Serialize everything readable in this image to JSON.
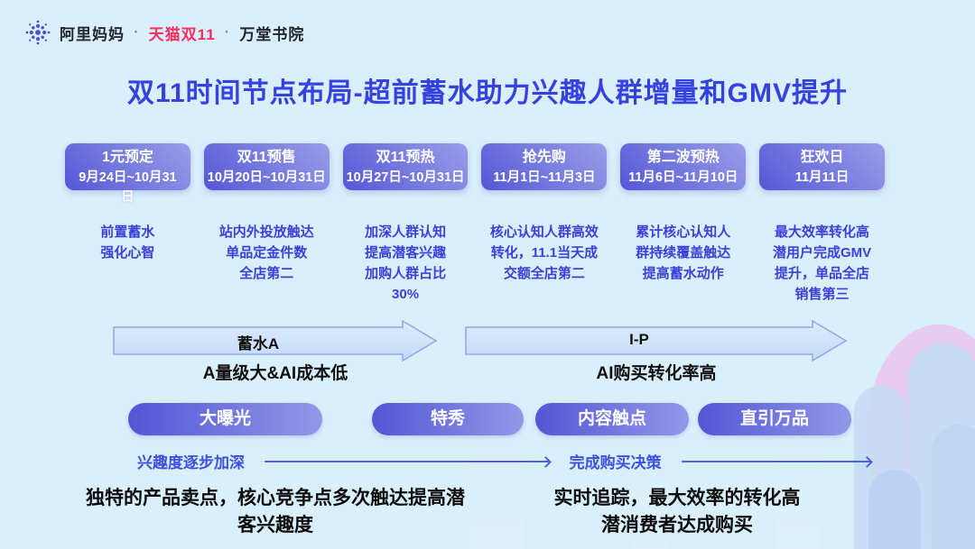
{
  "header": {
    "brand_primary": "阿里妈妈",
    "separator": "·",
    "brand_highlight": "天猫双11",
    "brand_secondary": "万堂书院"
  },
  "title": "双11时间节点布局-超前蓄水助力兴趣人群增量和GMV提升",
  "timeline": {
    "phases": [
      {
        "name": "1元预定",
        "date": "9月24日~10月31\n日",
        "note": "前置蓄水\n强化心智"
      },
      {
        "name": "双11预售",
        "date": "10月20日~10月31日",
        "note": "站内外投放触达\n单品定金件数\n全店第二"
      },
      {
        "name": "双11预热",
        "date": "10月27日~10月31日",
        "note": "加深人群认知\n提高潜客兴趣\n加购人群占比\n30%"
      },
      {
        "name": "抢先购",
        "date": "11月1日~11月3日",
        "note": "核心认知人群高效\n转化，11.1当天成\n交额全店第二"
      },
      {
        "name": "第二波预热",
        "date": "11月6日~11月10日",
        "note": "累计核心认知人\n群持续覆盖触达\n提高蓄水动作"
      },
      {
        "name": "狂欢日",
        "date": "11月11日",
        "note": "最大效率转化高\n潜用户完成GMV\n提升，单品全店\n销售第三"
      }
    ]
  },
  "stages": [
    {
      "label": "蓄水A",
      "caption": "A量级大&AI成本低"
    },
    {
      "label": "I-P",
      "caption": "AI购买转化率高"
    }
  ],
  "products": [
    "大曝光",
    "特秀",
    "内容触点",
    "直引万品"
  ],
  "progress": [
    {
      "label": "兴趣度逐步加深"
    },
    {
      "label": "完成购买决策"
    }
  ],
  "footnotes": [
    "独特的产品卖点，核心竞争点多次触达提高潜\n客兴趣度",
    "实时追踪，最大效率的转化高\n潜消费者达成购买"
  ],
  "colors": {
    "background": "#d9effb",
    "title_blue": "#3642e0",
    "box_gradient_start": "#5457d7",
    "box_gradient_end": "#9a9de9",
    "note_blue": "#3a41da",
    "brand_red": "#fb2e5e",
    "arrow_fill": "#cfe3f9",
    "arrow_stroke": "#93a5ea",
    "progress_blue": "#4b63e2"
  }
}
